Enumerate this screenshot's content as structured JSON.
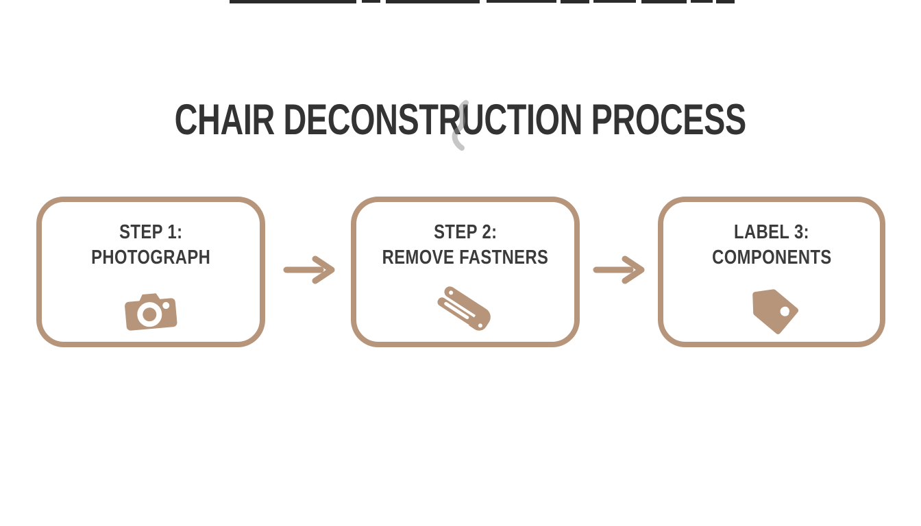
{
  "title": "CHAIR DECONSTRUCTION PROCESS",
  "steps": [
    {
      "line1": "STEP 1:",
      "line2": "PHOTOGRAPH",
      "icon": "camera-icon"
    },
    {
      "line1": "STEP 2:",
      "line2": "REMOVE FASTNERS",
      "icon": "stapler-icon"
    },
    {
      "line1": "LABEL 3:",
      "line2": "COMPONENTS",
      "icon": "tag-icon"
    }
  ],
  "connectors": [
    {
      "icon": "arrow-right-icon"
    },
    {
      "icon": "arrow-right-icon"
    }
  ],
  "colors": {
    "tan": "#b6957b",
    "title_text": "#333333",
    "step_text": "#3b3b3b",
    "background": "#ffffff",
    "remnant_dark": "#2b2b2b"
  }
}
